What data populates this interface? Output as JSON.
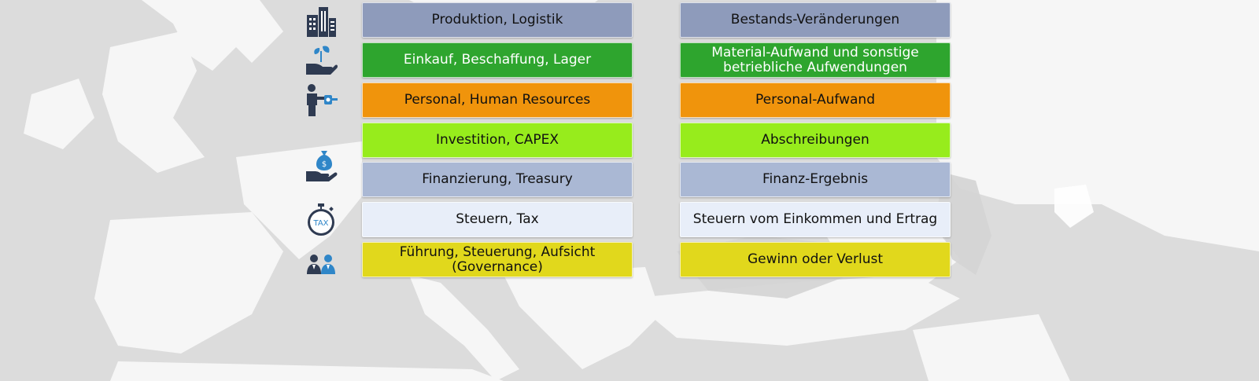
{
  "left_column": [
    {
      "label": "Produktion, Logistik",
      "color": "#8e9bbb"
    },
    {
      "label": "Einkauf, Beschaffung, Lager",
      "color": "#2ea52e"
    },
    {
      "label": "Personal, Human Resources",
      "color": "#f0940c"
    },
    {
      "label": "Investition, CAPEX",
      "color": "#97ec1c"
    },
    {
      "label": "Finanzierung, Treasury",
      "color": "#aab8d4"
    },
    {
      "label": "Steuern, Tax",
      "color": "#e8eef9"
    },
    {
      "label": "Führung, Steuerung, Aufsicht\n(Governance)",
      "color": "#e1d81c"
    }
  ],
  "right_column": [
    {
      "label": "Bestands-Veränderungen",
      "color": "#8e9bbb"
    },
    {
      "label": "Material-Aufwand und sonstige\nbetriebliche Aufwendungen",
      "color": "#2ea52e"
    },
    {
      "label": "Personal-Aufwand",
      "color": "#f0940c"
    },
    {
      "label": "Abschreibungen",
      "color": "#97ec1c"
    },
    {
      "label": "Finanz-Ergebnis",
      "color": "#aab8d4"
    },
    {
      "label": "Steuern vom Einkommen und Ertrag",
      "color": "#e8eef9"
    },
    {
      "label": "Gewinn oder Verlust",
      "color": "#e1d81c"
    }
  ],
  "icons": [
    {
      "name": "building-icon"
    },
    {
      "name": "hand-plant-icon"
    },
    {
      "name": "person-key-icon"
    },
    {
      "name": "hand-money-bag-icon"
    },
    {
      "name": "stopwatch-tax-icon",
      "text": "TAX"
    },
    {
      "name": "two-people-icon"
    }
  ],
  "colors": {
    "icon_dark": "#2f3b52",
    "icon_blue": "#2f86c8",
    "map_land": "#ffffff",
    "background": "#dcdcdc"
  }
}
